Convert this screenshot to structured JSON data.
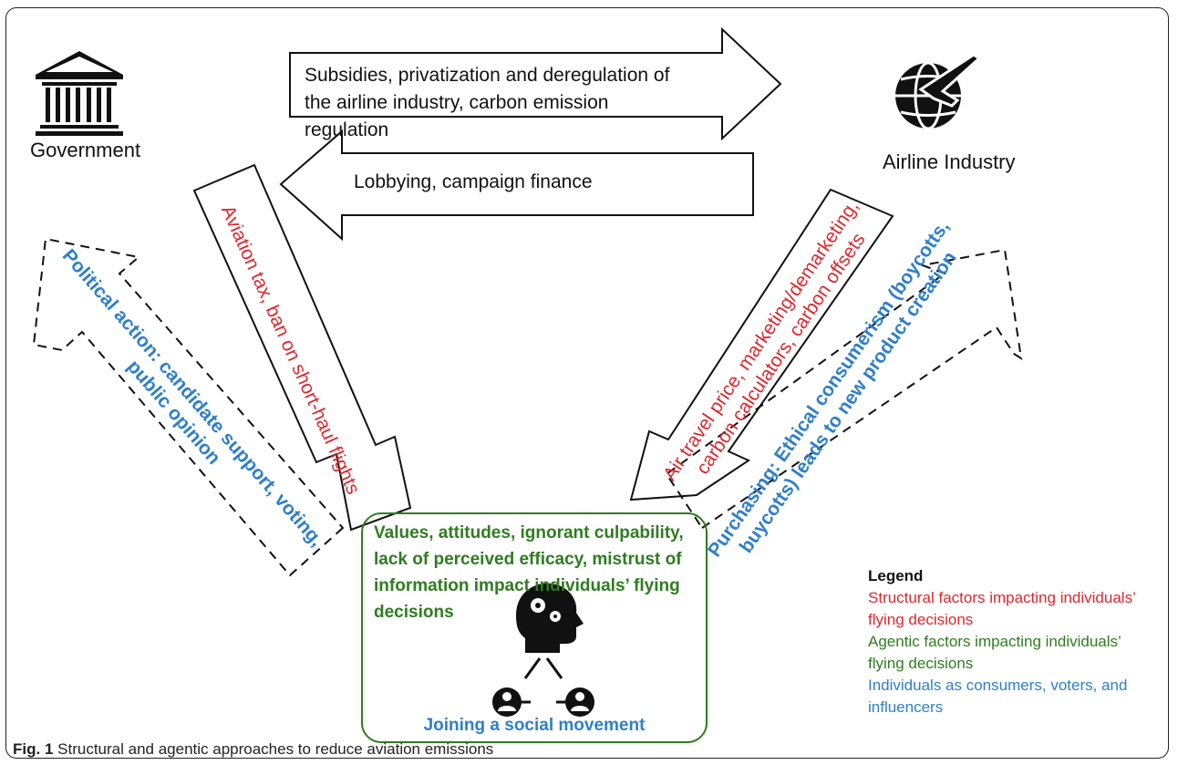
{
  "actors": {
    "government": "Government",
    "airline": "Airline Industry"
  },
  "arrows": {
    "gov_to_airline": "Subsidies, privatization and deregulation of the airline industry, carbon emission regulation",
    "airline_to_gov": "Lobbying, campaign finance",
    "gov_to_individual": "Aviation tax, ban on short-haul flights",
    "airline_to_individual_line1": "Air travel price, marketing/demarketing,",
    "airline_to_individual_line2": "carbon calculators, carbon offsets",
    "individual_to_gov_line1": "Political action: candidate support, voting,",
    "individual_to_gov_line2": "public opinion",
    "individual_to_airline_line1": "Purchasing: Ethical consumerism (boycotts,",
    "individual_to_airline_line2": "buycotts) leads to new product creation"
  },
  "center": {
    "factors": "Values, attitudes, ignorant culpability, lack of perceived efficacy,  mistrust of information impact individuals’ flying decisions",
    "movement": "Joining a social movement"
  },
  "legend": {
    "title": "Legend",
    "structural": "Structural factors impacting individuals’ flying decisions",
    "agentic": "Agentic factors impacting individuals’ flying decisions",
    "individuals": "Individuals as consumers, voters, and influencers"
  },
  "caption": {
    "label": "Fig. 1",
    "text": "Structural and agentic approaches to reduce aviation emissions"
  },
  "colors": {
    "structural": "#e0262c",
    "agentic": "#2e7d1f",
    "individuals": "#2f7fc9"
  },
  "icons": {
    "government": "bank-building-icon",
    "airline": "globe-airplane-icon",
    "head": "head-gears-icon",
    "network": "people-network-icon"
  }
}
